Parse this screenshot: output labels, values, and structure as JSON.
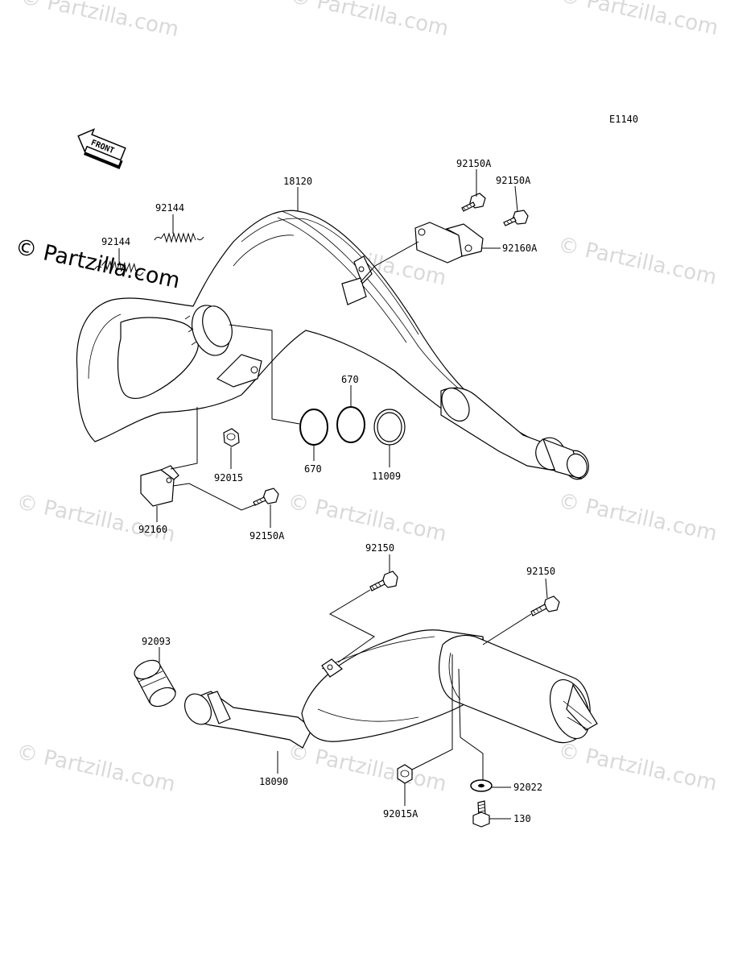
{
  "diagram_id": "E1140",
  "front_label": "FRONT",
  "watermark": {
    "text": "© Partzilla.com",
    "color": "#d9d9d9",
    "prominent_color": "#000000"
  },
  "part_labels": {
    "p18120": "18120",
    "p92150A_1": "92150A",
    "p92150A_2": "92150A",
    "p92160A": "92160A",
    "p92144_1": "92144",
    "p92144_2": "92144",
    "p670_top": "670",
    "p670_bottom": "670",
    "p11009": "11009",
    "p92015": "92015",
    "p92160": "92160",
    "p92150A_3": "92150A",
    "p92150_1": "92150",
    "p92150_2": "92150",
    "p92093": "92093",
    "p18090": "18090",
    "p92015A": "92015A",
    "p92022": "92022",
    "p130": "130"
  }
}
